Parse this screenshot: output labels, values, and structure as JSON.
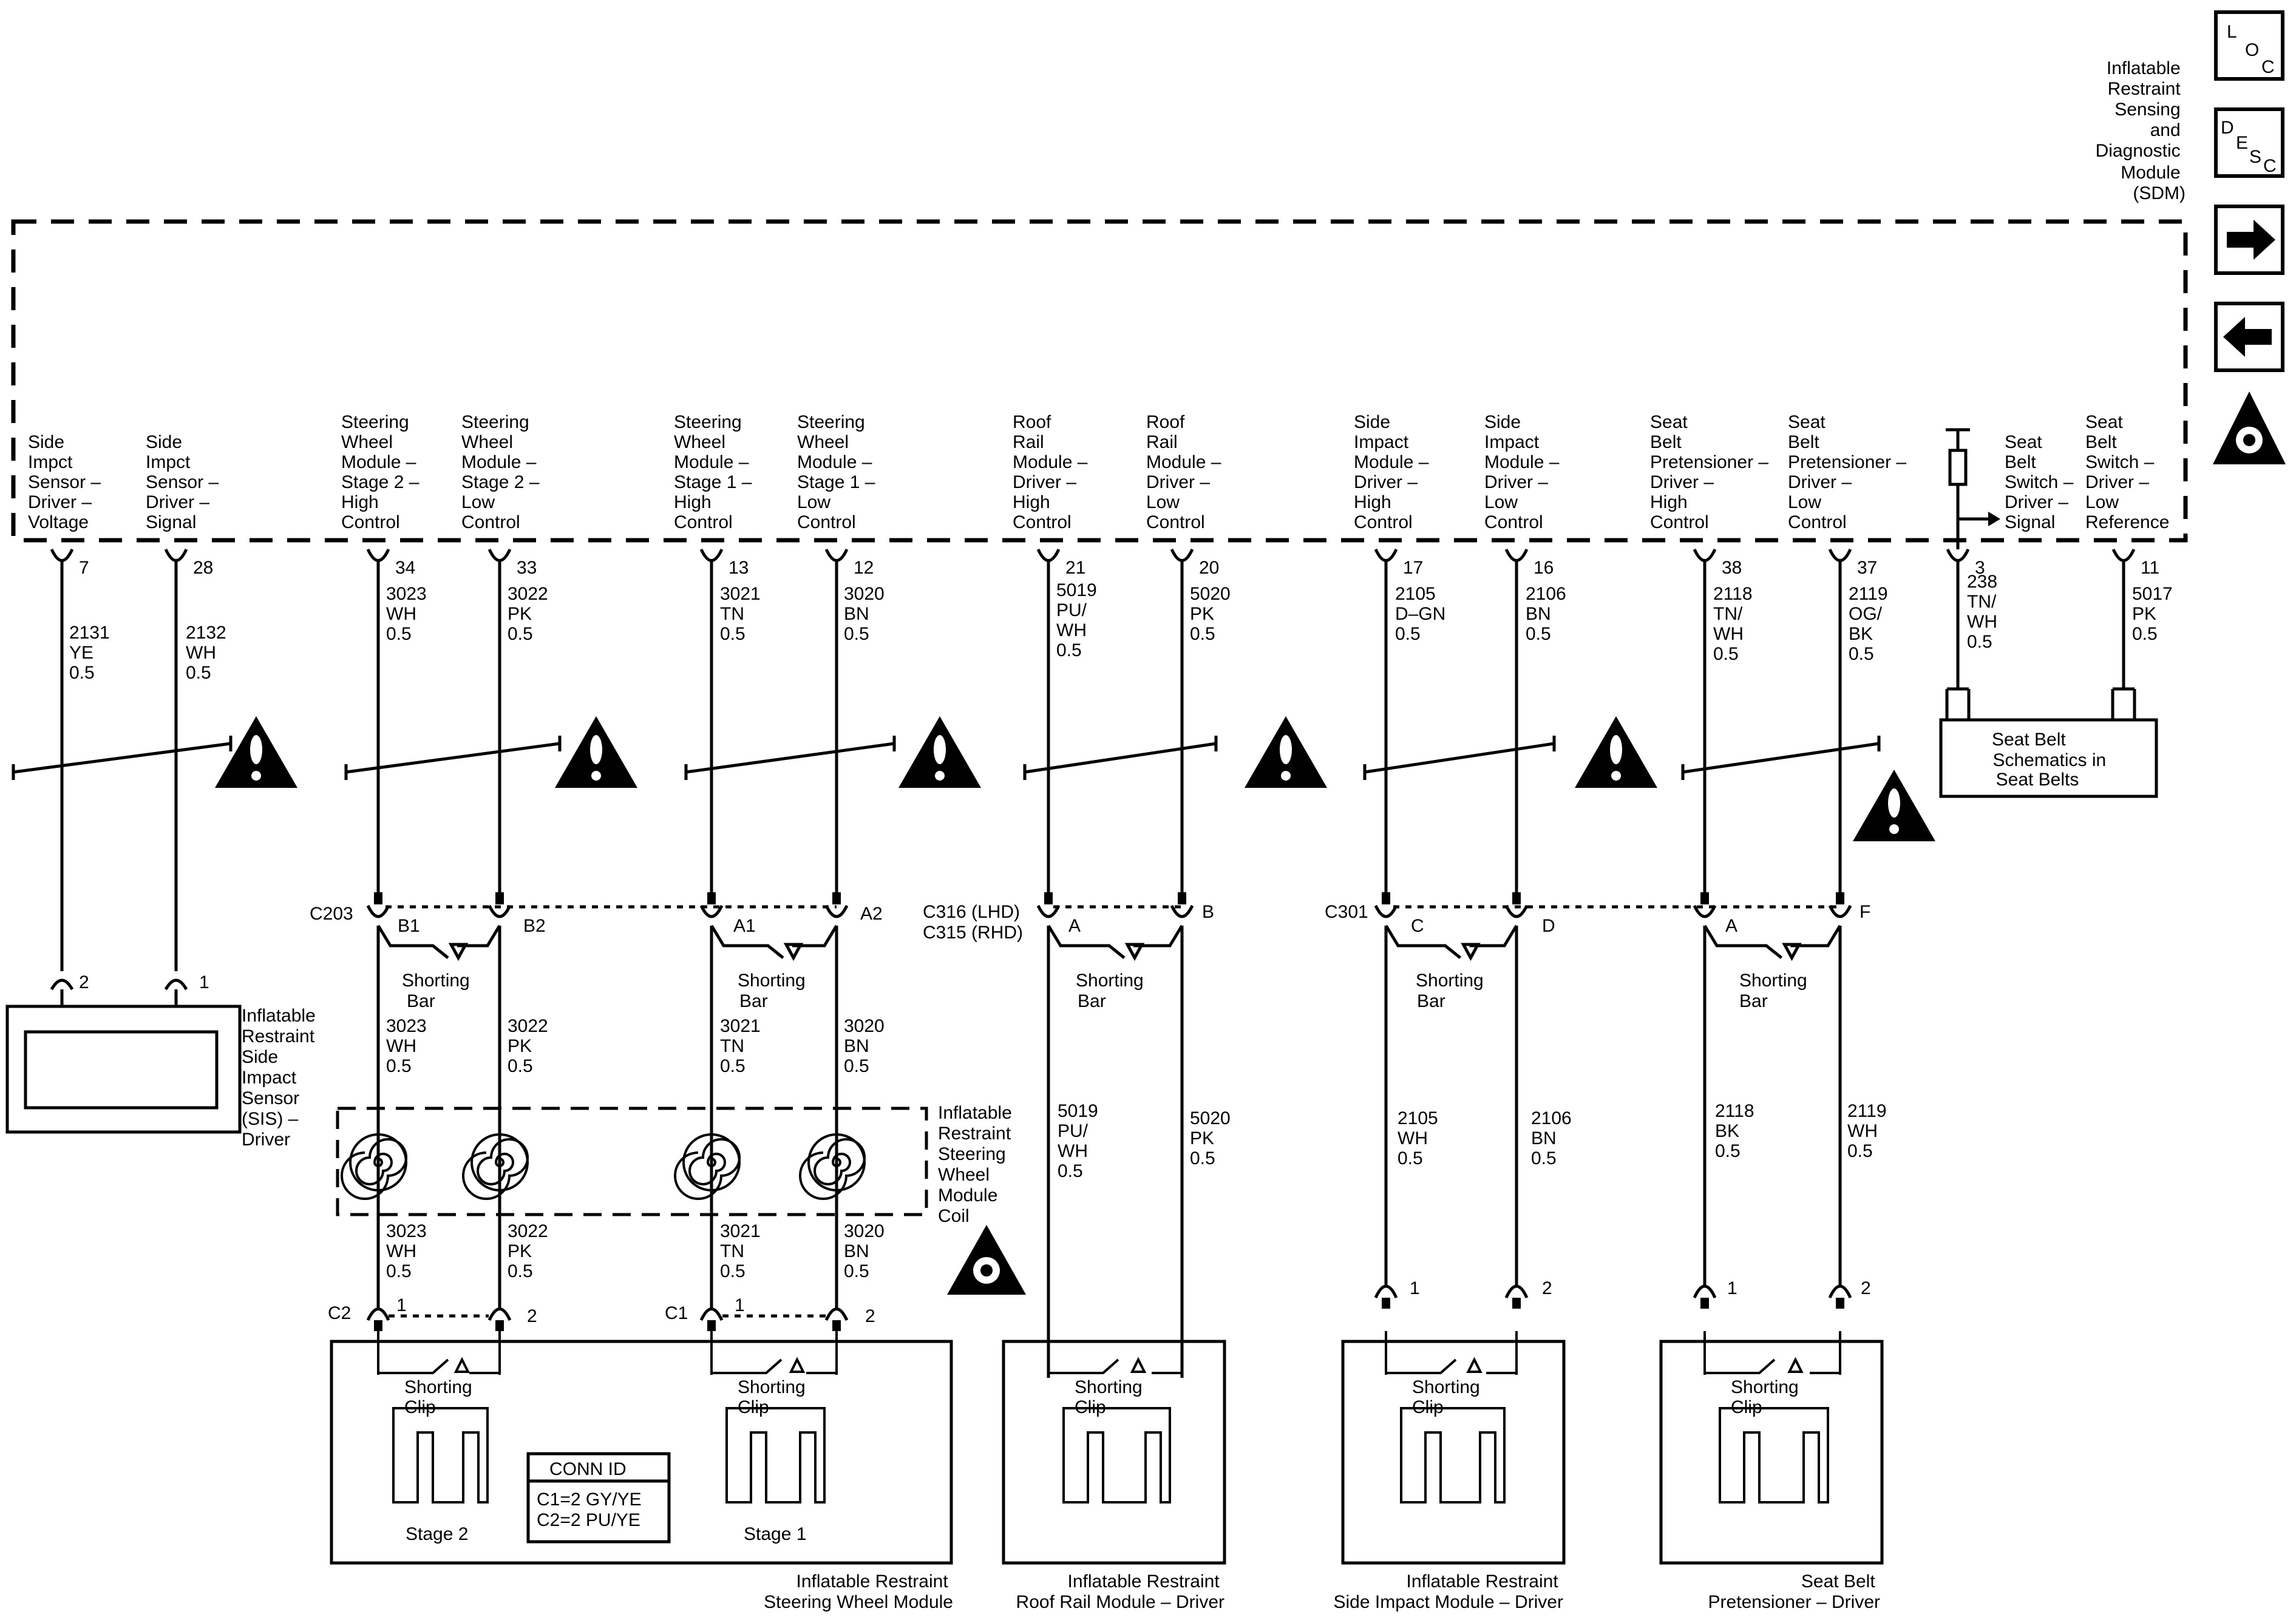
{
  "sdm": {
    "title_lines": [
      "Inflatable",
      "Restraint",
      "Sensing",
      "and",
      "Diagnostic",
      "Module",
      "(SDM)"
    ]
  },
  "nav": {
    "loc": [
      "L",
      "O",
      "C"
    ],
    "desc": [
      "D",
      "E",
      "S",
      "C"
    ]
  },
  "pins": [
    {
      "label": [
        "Side",
        "Impct",
        "Sensor –",
        "Driver –",
        "Voltage"
      ],
      "pin": "7",
      "wire": [
        "2131",
        "YE",
        "0.5"
      ]
    },
    {
      "label": [
        "Side",
        "Impct",
        "Sensor –",
        "Driver –",
        "Signal"
      ],
      "pin": "28",
      "wire": [
        "2132",
        "WH",
        "0.5"
      ]
    },
    {
      "label": [
        "Steering",
        "Wheel",
        "Module –",
        "Stage 2 –",
        "High",
        "Control"
      ],
      "pin": "34",
      "wire": [
        "3023",
        "WH",
        "0.5"
      ]
    },
    {
      "label": [
        "Steering",
        "Wheel",
        "Module –",
        "Stage 2 –",
        "Low",
        "Control"
      ],
      "pin": "33",
      "wire": [
        "3022",
        "PK",
        "0.5"
      ]
    },
    {
      "label": [
        "Steering",
        "Wheel",
        "Module –",
        "Stage 1 –",
        "High",
        "Control"
      ],
      "pin": "13",
      "wire": [
        "3021",
        "TN",
        "0.5"
      ]
    },
    {
      "label": [
        "Steering",
        "Wheel",
        "Module –",
        "Stage 1 –",
        "Low",
        "Control"
      ],
      "pin": "12",
      "wire": [
        "3020",
        "BN",
        "0.5"
      ]
    },
    {
      "label": [
        "Roof",
        "Rail",
        "Module –",
        "Driver –",
        "High",
        "Control"
      ],
      "pin": "21",
      "wire": [
        "5019",
        "PU/",
        "WH",
        "0.5"
      ]
    },
    {
      "label": [
        "Roof",
        "Rail",
        "Module –",
        "Driver –",
        "Low",
        "Control"
      ],
      "pin": "20",
      "wire": [
        "5020",
        "PK",
        "0.5"
      ]
    },
    {
      "label": [
        "Side",
        "Impact",
        "Module –",
        "Driver –",
        "High",
        "Control"
      ],
      "pin": "17",
      "wire": [
        "2105",
        "D–GN",
        "0.5"
      ]
    },
    {
      "label": [
        "Side",
        "Impact",
        "Module –",
        "Driver –",
        "Low",
        "Control"
      ],
      "pin": "16",
      "wire": [
        "2106",
        "BN",
        "0.5"
      ]
    },
    {
      "label": [
        "Seat",
        "Belt",
        "Pretensioner –",
        "Driver –",
        "High",
        "Control"
      ],
      "pin": "38",
      "wire": [
        "2118",
        "TN/",
        "WH",
        "0.5"
      ]
    },
    {
      "label": [
        "Seat",
        "Belt",
        "Pretensioner –",
        "Driver –",
        "Low",
        "Control"
      ],
      "pin": "37",
      "wire": [
        "2119",
        "OG/",
        "BK",
        "0.5"
      ]
    },
    {
      "label": [
        "Seat",
        "Belt",
        "Switch –",
        "Driver –",
        "Signal"
      ],
      "pin": "3",
      "wire": [
        "238",
        "TN/",
        "WH",
        "0.5"
      ]
    },
    {
      "label": [
        "Seat",
        "Belt",
        "Switch –",
        "Driver –",
        "Low",
        "Reference"
      ],
      "pin": "11",
      "wire": [
        "5017",
        "PK",
        "0.5"
      ]
    }
  ],
  "seat_belt_ref": [
    "Seat Belt",
    "Schematics in",
    "Seat Belts"
  ],
  "connectors": {
    "c203": {
      "name": "C203",
      "pins": [
        "B1",
        "B2",
        "A1",
        "A2"
      ]
    },
    "c316": {
      "name_lines": [
        "C316 (LHD)",
        "C315 (RHD)"
      ],
      "pins": [
        "A",
        "B"
      ]
    },
    "c301": {
      "name": "C301",
      "pins": [
        "C",
        "D",
        "A",
        "F"
      ]
    },
    "shorting_bar": [
      "Shorting",
      "Bar"
    ],
    "shorting_clip": [
      "Shorting",
      "Clip"
    ]
  },
  "sis": {
    "pins": [
      "2",
      "1"
    ],
    "label": [
      "Inflatable",
      "Restraint",
      "Side",
      "Impact",
      "Sensor",
      "(SIS) –",
      "Driver"
    ]
  },
  "lower_wires": {
    "steering_mid": [
      [
        "3023",
        "WH",
        "0.5"
      ],
      [
        "3022",
        "PK",
        "0.5"
      ],
      [
        "3021",
        "TN",
        "0.5"
      ],
      [
        "3020",
        "BN",
        "0.5"
      ]
    ],
    "steering_low": [
      [
        "3023",
        "WH",
        "0.5"
      ],
      [
        "3022",
        "PK",
        "0.5"
      ],
      [
        "3021",
        "TN",
        "0.5"
      ],
      [
        "3020",
        "BN",
        "0.5"
      ]
    ],
    "roof": [
      [
        "5019",
        "PU/",
        "WH",
        "0.5"
      ],
      [
        "5020",
        "PK",
        "0.5"
      ]
    ],
    "side": [
      [
        "2105",
        "WH",
        "0.5"
      ],
      [
        "2106",
        "BN",
        "0.5"
      ]
    ],
    "pret": [
      [
        "2118",
        "BK",
        "0.5"
      ],
      [
        "2119",
        "WH",
        "0.5"
      ]
    ]
  },
  "coil_label": [
    "Inflatable",
    "Restraint",
    "Steering",
    "Wheel",
    "Module",
    "Coil"
  ],
  "module_pins": {
    "steering": {
      "c2": "C2",
      "c1": "C1",
      "nums": [
        "1",
        "2",
        "1",
        "2"
      ]
    },
    "side": [
      "1",
      "2"
    ],
    "pret": [
      "1",
      "2"
    ]
  },
  "conn_id": {
    "title": "CONN ID",
    "lines": [
      "C1=2 GY/YE",
      "C2=2 PU/YE"
    ]
  },
  "stages": [
    "Stage 2",
    "Stage 1"
  ],
  "modules": {
    "steering": [
      "Inflatable Restraint",
      "Steering Wheel Module"
    ],
    "roof": [
      "Inflatable Restraint",
      "Roof Rail Module – Driver"
    ],
    "side": [
      "Inflatable Restraint",
      "Side Impact Module – Driver"
    ],
    "pret": [
      "Seat Belt",
      "Pretensioner – Driver"
    ]
  }
}
